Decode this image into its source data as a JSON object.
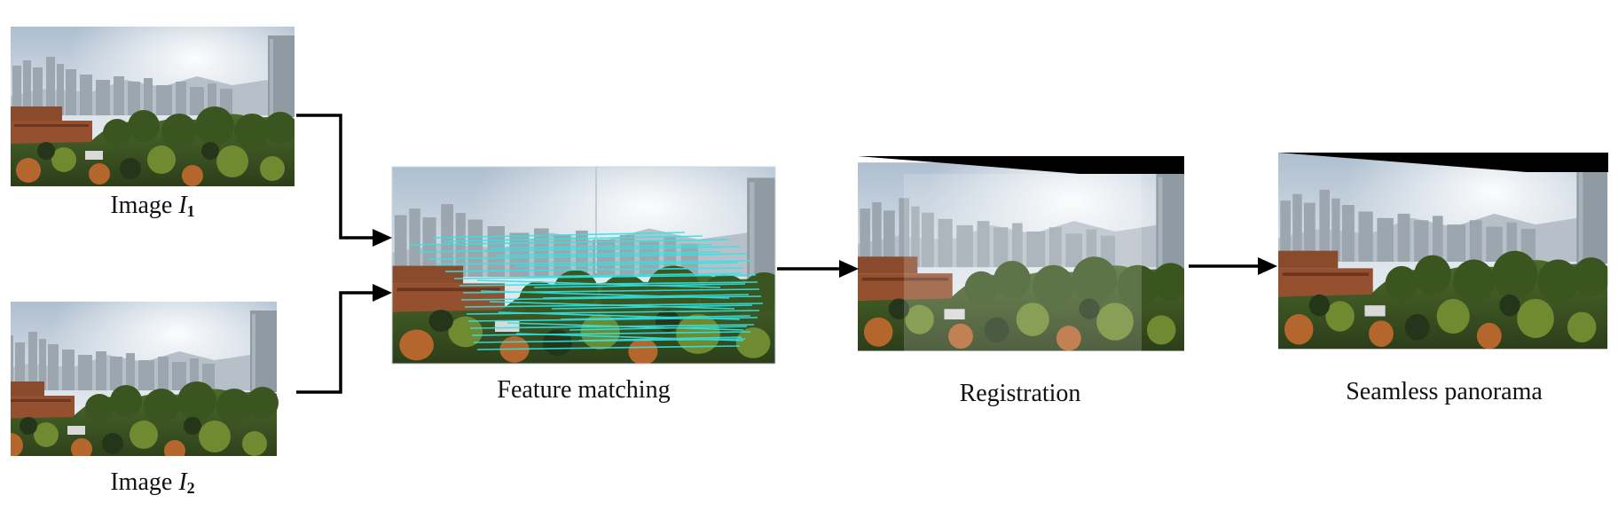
{
  "diagram": {
    "nodes": {
      "image1": {
        "label_prefix": "Image ",
        "label_var": "I",
        "label_sub": "1"
      },
      "image2": {
        "label_prefix": "Image ",
        "label_var": "I",
        "label_sub": "2"
      },
      "feature_matching": {
        "label": "Feature matching"
      },
      "registration": {
        "label": "Registration"
      },
      "panorama": {
        "label": "Seamless panorama"
      }
    },
    "colors": {
      "sky_top": "#b8c9d8",
      "sky_bottom": "#e6ecf0",
      "haze": "#f4f6f7",
      "city": "#9aa4ab",
      "mountain": "#b3bcc4",
      "brick": "#8b4a2e",
      "tree_dark": "#2f4a1f",
      "tree_mid": "#4f6b2a",
      "tree_light": "#7a8a34",
      "autumn": "#b8642a",
      "match_line": "#2ee6e6",
      "arrow": "#000000",
      "black_fill": "#000000"
    }
  }
}
